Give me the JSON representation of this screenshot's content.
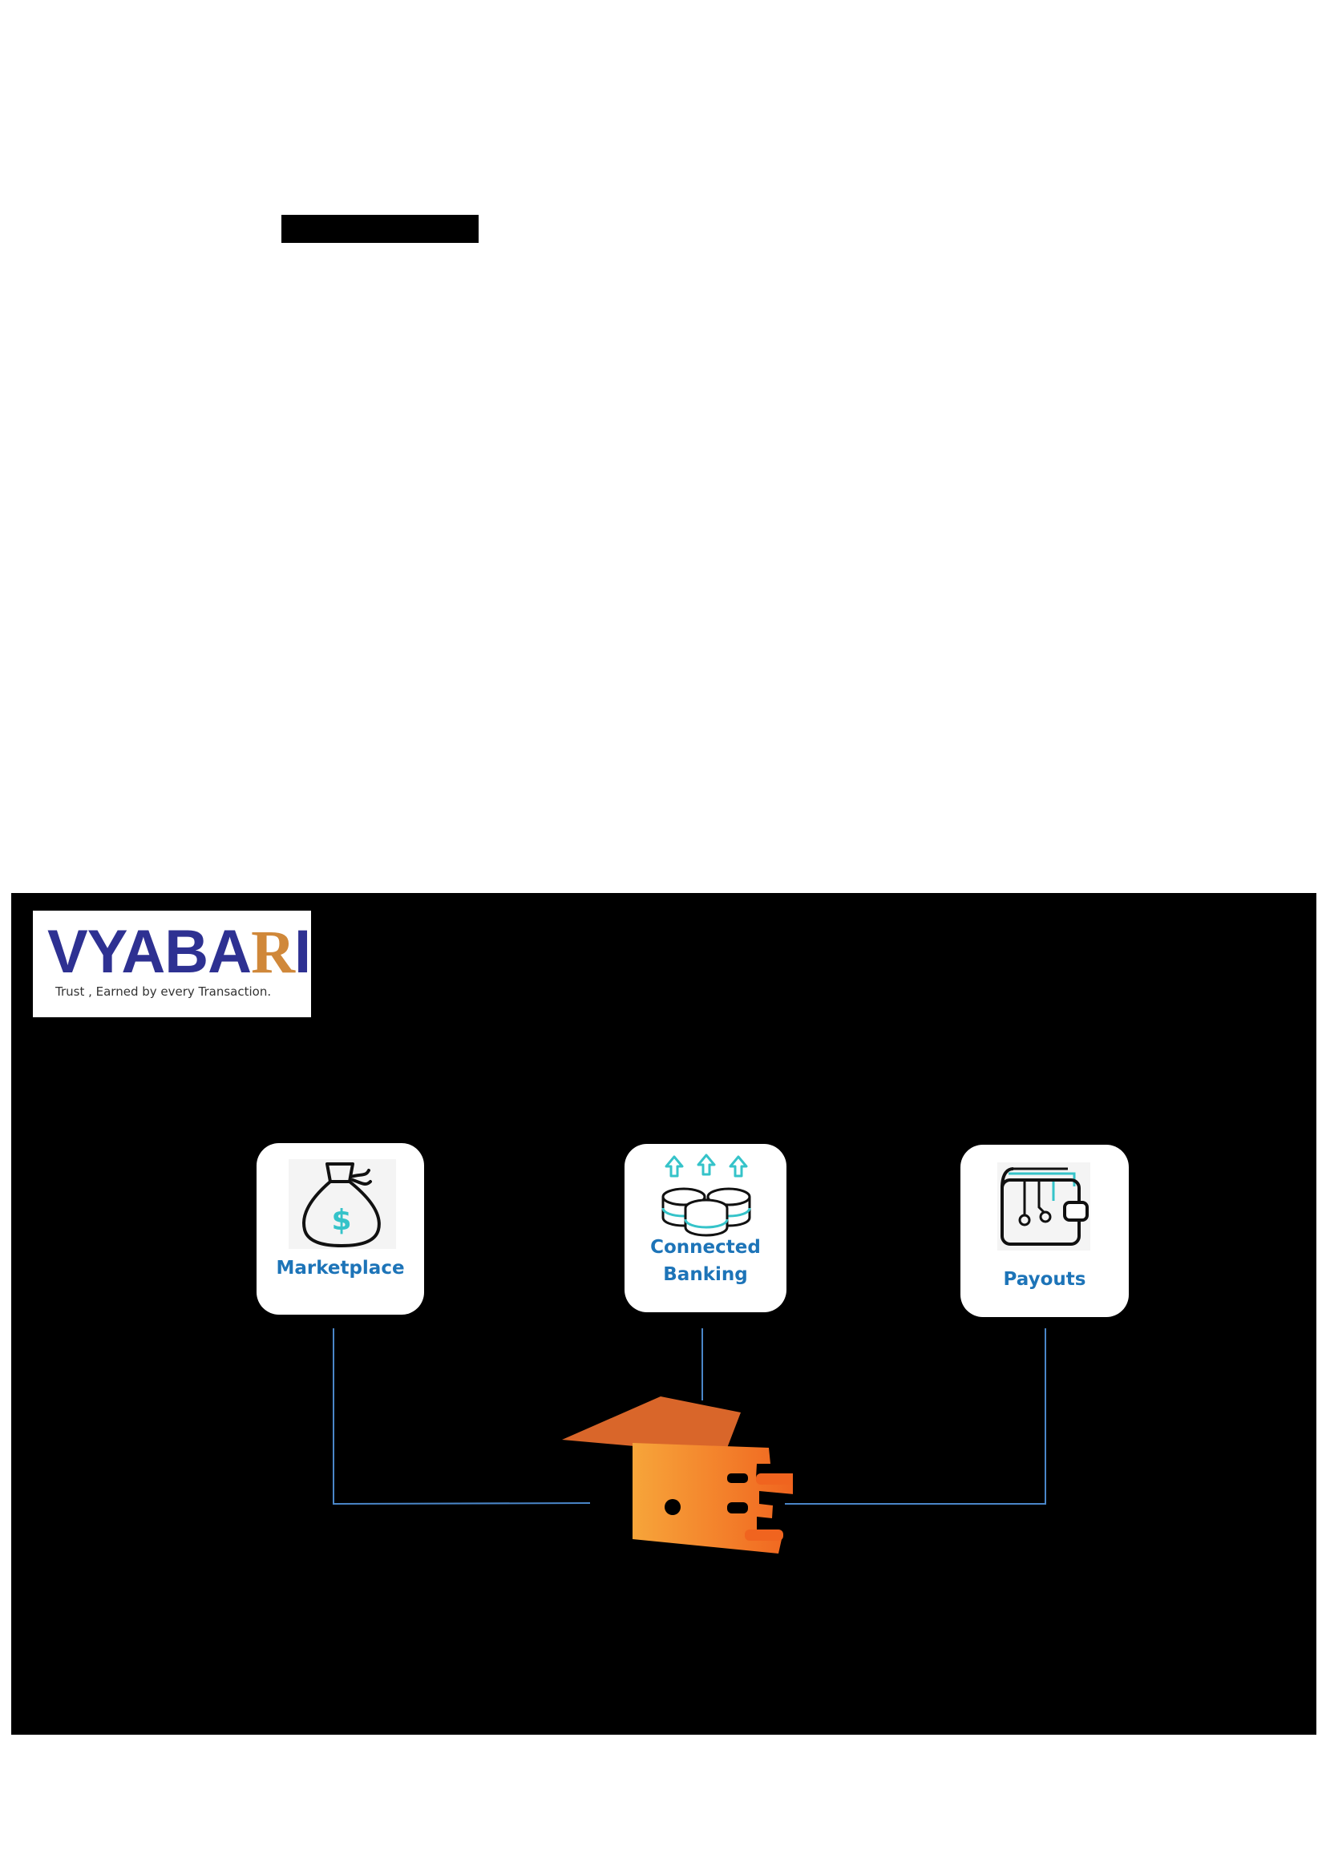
{
  "logo": {
    "word_main": "VYABA",
    "word_accent": "R",
    "word_end": "I",
    "tagline": "Trust , Earned by every Transaction."
  },
  "services": [
    {
      "label": "Marketplace",
      "icon": "money-bag-icon"
    },
    {
      "label_line1": "Connected",
      "label_line2": "Banking",
      "icon": "stacked-coins-upload-icon"
    },
    {
      "label": "Payouts",
      "icon": "wallet-icon"
    }
  ],
  "hub": {
    "icon": "orange-payment-hub-logo"
  },
  "colors": {
    "page_background": "#ffffff",
    "panel_background": "#000000",
    "card_background": "#ffffff",
    "label_blue": "#1d74b8",
    "logo_navy": "#2e3192",
    "logo_accent": "#d0883a",
    "connector_line": "#4a86c8",
    "icon_teal": "#35c3c9",
    "hub_orange": "#f08a1d",
    "hub_dark_orange": "#d9662a"
  }
}
